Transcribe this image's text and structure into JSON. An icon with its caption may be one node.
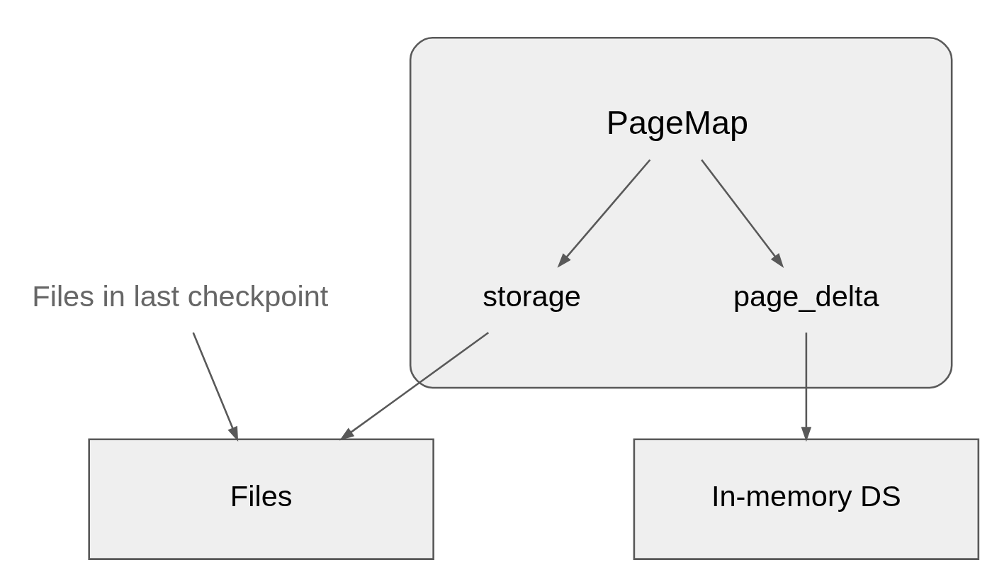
{
  "diagram": {
    "nodes": [
      {
        "text": [
          "PageMap"
        ]
      },
      {
        "text": [
          "storage"
        ],
        "in": 0
      },
      {
        "text": [
          "page_delta"
        ],
        "in": 0
      },
      {
        "text": [
          "Files"
        ]
      },
      {
        "text": [
          "In-memory DS"
        ]
      },
      {
        "text": [
          "Files in last checkpoint"
        ]
      }
    ],
    "edges": [
      {
        "from": 0,
        "to": 1,
        "arrow": "to"
      },
      {
        "from": 0,
        "to": 2,
        "arrow": "to"
      },
      {
        "from": 1,
        "to": 3,
        "arrow": "to"
      },
      {
        "from": 2,
        "to": 4,
        "arrow": "to"
      },
      {
        "from": 5,
        "to": 3,
        "arrow": "to"
      }
    ]
  }
}
